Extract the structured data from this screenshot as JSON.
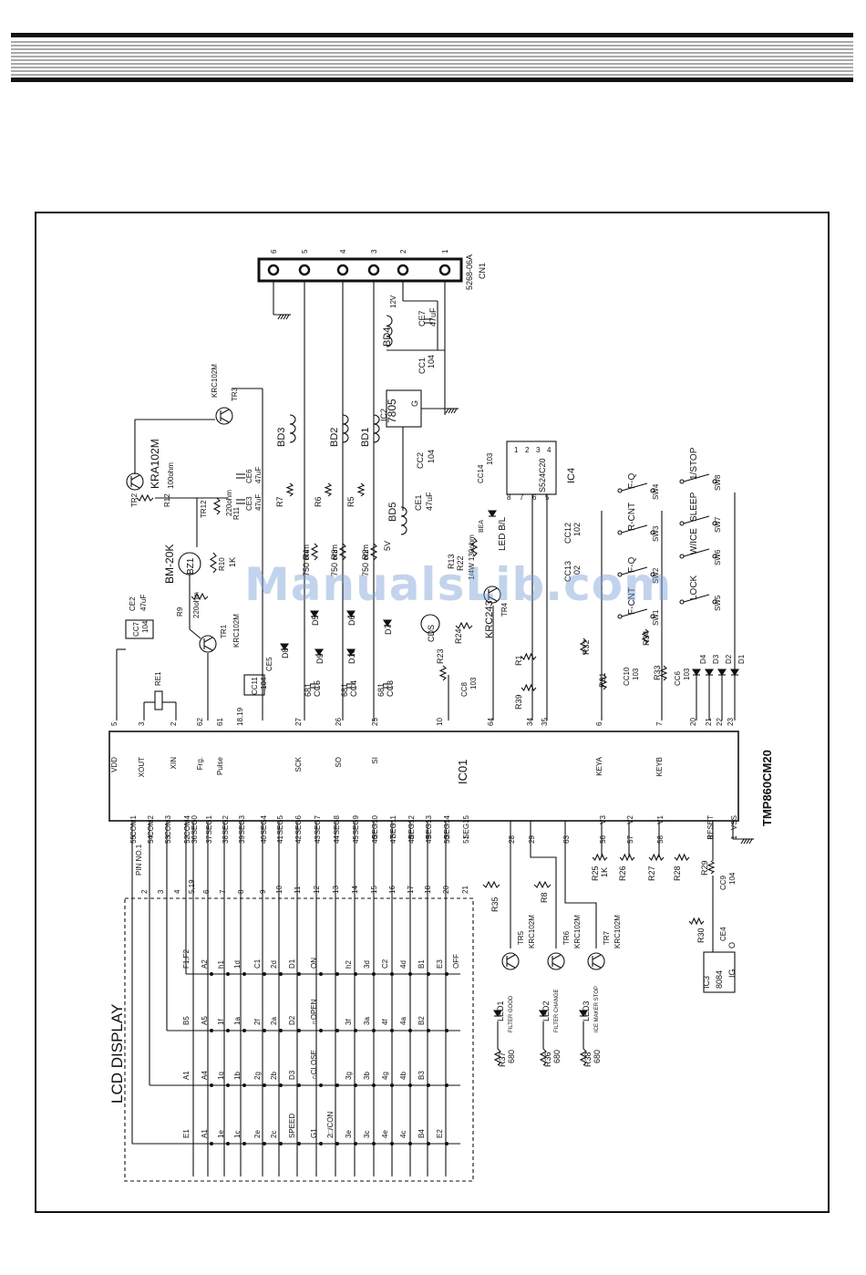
{
  "connector": {
    "part": "5268-06A",
    "ref": "CN1",
    "pins": [
      "6",
      "5",
      "4",
      "3",
      "2",
      "1"
    ],
    "supply": "12V"
  },
  "main_ic": {
    "ref": "IC01",
    "part": "TMP860CM20",
    "left_pins": [
      {
        "num": "5",
        "name": "VDD"
      },
      {
        "num": "3",
        "name": "XOUT"
      },
      {
        "num": "2",
        "name": "XIN"
      },
      {
        "num": "62",
        "name": "Frg."
      },
      {
        "num": "61",
        "name": "Pulse"
      },
      {
        "num": "18,19",
        "name": ""
      },
      {
        "num": "27",
        "name": "SCK"
      },
      {
        "num": "26",
        "name": "SO"
      },
      {
        "num": "25",
        "name": "SI"
      },
      {
        "num": "10",
        "name": ""
      },
      {
        "num": "64",
        "name": ""
      },
      {
        "num": "34",
        "name": ""
      },
      {
        "num": "35",
        "name": ""
      },
      {
        "num": "6",
        "name": "KEYA"
      },
      {
        "num": "7",
        "name": "KEYB"
      },
      {
        "num": "20",
        "name": ""
      },
      {
        "num": "21",
        "name": ""
      },
      {
        "num": "22",
        "name": ""
      },
      {
        "num": "23",
        "name": ""
      }
    ],
    "right_pins": [
      {
        "num": "55",
        "name": "COM1"
      },
      {
        "num": "54",
        "name": "COM2"
      },
      {
        "num": "53",
        "name": "COM3"
      },
      {
        "num": "52",
        "name": "COM4"
      },
      {
        "num": "36",
        "name": "SEG0"
      },
      {
        "num": "37",
        "name": "SEG1"
      },
      {
        "num": "38",
        "name": "SEG2"
      },
      {
        "num": "39",
        "name": "SEG3"
      },
      {
        "num": "40",
        "name": "SEG4"
      },
      {
        "num": "41",
        "name": "SEG5"
      },
      {
        "num": "42",
        "name": "SEG6"
      },
      {
        "num": "43",
        "name": "SEG7"
      },
      {
        "num": "44",
        "name": "SEG8"
      },
      {
        "num": "45",
        "name": "SEG9"
      },
      {
        "num": "46",
        "name": "SEG10"
      },
      {
        "num": "47",
        "name": "SEG11"
      },
      {
        "num": "48",
        "name": "SEG12"
      },
      {
        "num": "49",
        "name": "SEG13"
      },
      {
        "num": "50",
        "name": "SEG14"
      },
      {
        "num": "51",
        "name": "SEG15"
      },
      {
        "num": "28",
        "name": ""
      },
      {
        "num": "29",
        "name": ""
      },
      {
        "num": "63",
        "name": ""
      },
      {
        "num": "56",
        "name": "V3"
      },
      {
        "num": "57",
        "name": "V2"
      },
      {
        "num": "58",
        "name": "V1"
      },
      {
        "num": "8",
        "name": "RESET"
      },
      {
        "num": "1",
        "name": "VSS"
      }
    ]
  },
  "lcd": {
    "title": "LCD DISPLAY",
    "pin_label": "PIN NO.1",
    "pin_nums": [
      "2",
      "3",
      "4",
      "5,19",
      "6",
      "7",
      "8",
      "9",
      "10",
      "11",
      "12",
      "13",
      "14",
      "15",
      "16",
      "17",
      "18",
      "20",
      "21"
    ],
    "rows": [
      [
        "F1,F2",
        "A2",
        "h1",
        "1d",
        "C1",
        "2d",
        "D1",
        "ON",
        "",
        "h2",
        "3d",
        "C2",
        "4d",
        "B1",
        "E3",
        "OFF"
      ],
      [
        "B5",
        "A5",
        "1f",
        "1a",
        "2f",
        "2a",
        "D2",
        "∩OPEN",
        "",
        "3f",
        "3a",
        "4f",
        "4a",
        "B2",
        "",
        ""
      ],
      [
        "A1",
        "A4",
        "1g",
        "1b",
        "2g",
        "2b",
        "D3",
        "∩CLOSE",
        "",
        "3g",
        "3b",
        "4g",
        "4b",
        "B3",
        "",
        ""
      ],
      [
        "E1",
        "A1",
        "1e",
        "1c",
        "2e",
        "2c",
        "SPEED",
        "G1",
        "2□/CON",
        "3e",
        "3c",
        "4e",
        "4c",
        "B4",
        "E2",
        ""
      ]
    ]
  },
  "components": {
    "tr3": {
      "ref": "TR3",
      "part": "KRC102M"
    },
    "tr2": {
      "ref": "TR2",
      "part": "KRA102M"
    },
    "tr1": {
      "ref": "TR1",
      "part": "KRC102M"
    },
    "tr4": {
      "ref": "TR4",
      "part": "KRC243"
    },
    "bz1": {
      "ref": "BZ1",
      "part": "BM-20K"
    },
    "r12": {
      "ref": "R12",
      "value": "100ohm"
    },
    "r11": {
      "ref": "R11",
      "value": "220ohm"
    },
    "r10": {
      "ref": "R10",
      "value": "1K"
    },
    "r9": {
      "ref": "R9",
      "value": "220ohm"
    },
    "tr12": "TR12",
    "ce6": {
      "ref": "CE6",
      "value": "47uF"
    },
    "ce3": {
      "ref": "CE3",
      "value": "47uF"
    },
    "ce2": {
      "ref": "CE2",
      "value": "47uF"
    },
    "cc7": {
      "ref": "CC7",
      "value": "104"
    },
    "re1": "RE1",
    "ce5": "CE5",
    "cc11": {
      "ref": "CC11",
      "value": "104"
    },
    "bd": [
      "BD3",
      "BD2",
      "BD1",
      "BD4",
      "BD5"
    ],
    "r_series": [
      "R7",
      "R6",
      "R5"
    ],
    "r_750": [
      {
        "ref": "R4",
        "value": "750 ohm"
      },
      {
        "ref": "R3",
        "value": "750 ohm"
      },
      {
        "ref": "R2",
        "value": "750 ohm"
      }
    ],
    "diodes": [
      "D5",
      "D6",
      "D7",
      "D8",
      "D9",
      "D10"
    ],
    "caps_681": [
      {
        "ref": "CC5",
        "value": "681"
      },
      {
        "ref": "CC4",
        "value": "681"
      },
      {
        "ref": "CC3",
        "value": "681"
      }
    ],
    "ic2": {
      "ref": "IC2",
      "part": "7805",
      "pin": "G"
    },
    "ce7": {
      "ref": "CE7",
      "value": "47uF"
    },
    "cc1": {
      "ref": "CC1",
      "value": "104"
    },
    "cc2": {
      "ref": "CC2",
      "value": "104"
    },
    "ce1": {
      "ref": "CE1",
      "value": "47uF"
    },
    "bd5_v": "5V",
    "cds": "CDS",
    "r23": "R23",
    "r24": "R24",
    "cc8": {
      "ref": "CC8",
      "value": "103"
    },
    "r13": "R13",
    "r22": {
      "ref": "R22",
      "value": "1/4W  130ohm",
      "note": "BEA"
    },
    "led_bl": "LED B/L",
    "ic4": {
      "ref": "IC4",
      "part": "S524C20"
    },
    "cc14": {
      "ref": "CC14",
      "value": "103"
    },
    "cc12": {
      "ref": "CC12",
      "value": "102"
    },
    "cc13": {
      "ref": "CC13",
      "value": "02"
    },
    "r1": "R1",
    "r39": "R39",
    "r32": "R32",
    "r31": "R31",
    "r34": "R34",
    "r33": "R33",
    "cc10": {
      "ref": "CC10",
      "value": "103"
    },
    "cc6": {
      "ref": "CC6",
      "value": "103"
    },
    "switches": [
      {
        "ref": "SW4",
        "label": "F-Q"
      },
      {
        "ref": "SW3",
        "label": "R-CNT"
      },
      {
        "ref": "SW2",
        "label": "F-Q"
      },
      {
        "ref": "SW1",
        "label": "F-CNT"
      },
      {
        "ref": "SW8",
        "label": "1/STOP"
      },
      {
        "ref": "SW7",
        "label": "SLEEP"
      },
      {
        "ref": "SW6",
        "label": "W/ICE"
      },
      {
        "ref": "SW5",
        "label": "LOCK"
      }
    ],
    "diodes_key": [
      "D4",
      "D3",
      "D2",
      "D1"
    ],
    "leds": [
      {
        "ref": "LED1",
        "label": "FILTER GOOD",
        "tr": "TR5",
        "tr_part": "KRC102M",
        "r": "R37",
        "rv": "680"
      },
      {
        "ref": "LED2",
        "label": "FILTER CHANGE",
        "tr": "TR6",
        "tr_part": "KRC102M",
        "r": "R36",
        "rv": "680"
      },
      {
        "ref": "LED3",
        "label": "ICE MAKER STOP",
        "tr": "TR7",
        "tr_part": "KRC102M",
        "r": "R38",
        "rv": "680"
      }
    ],
    "r35": "R35",
    "r8": "R8",
    "bias": [
      {
        "ref": "R25",
        "value": "1K"
      },
      {
        "ref": "R26",
        "value": ""
      },
      {
        "ref": "R27",
        "value": ""
      },
      {
        "ref": "R28",
        "value": ""
      }
    ],
    "r29": "R29",
    "cc9": {
      "ref": "CC9",
      "value": "104"
    },
    "r30": "R30",
    "ce4": "CE4",
    "ic3": {
      "ref": "IC3",
      "part": "8084",
      "pin": "IG",
      "pin_o": "O"
    }
  },
  "watermark": "ManualsLib.com"
}
